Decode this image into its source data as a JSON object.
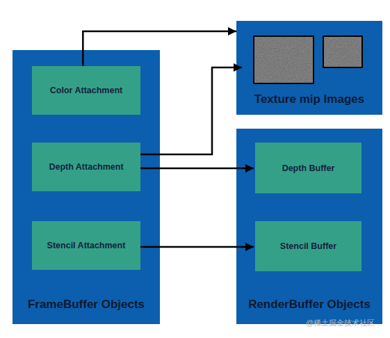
{
  "diagram": {
    "nodes": [
      {
        "text": [
          "FrameBuffer Objects"
        ]
      },
      {
        "text": [
          "Color Attachment"
        ],
        "in": 0
      },
      {
        "text": [
          "Depth Attachment"
        ],
        "in": 0
      },
      {
        "text": [
          "Stencil Attachment"
        ],
        "in": 0
      },
      {
        "text": [
          "Texture mip Images"
        ]
      },
      {
        "text": [
          "RenderBuffer Objects"
        ]
      },
      {
        "text": [
          "Depth Buffer"
        ],
        "in": 5
      },
      {
        "text": [
          "Stencil Buffer"
        ],
        "in": 5
      }
    ],
    "edges": [
      {
        "from": 1,
        "to": 4,
        "arrow": "to"
      },
      {
        "from": 2,
        "to": 4,
        "arrow": "to"
      },
      {
        "from": 2,
        "to": 6,
        "arrow": "to"
      },
      {
        "from": 3,
        "to": 7,
        "arrow": "to"
      }
    ],
    "labels": [
      "@稀土掘金技术社区"
    ]
  }
}
